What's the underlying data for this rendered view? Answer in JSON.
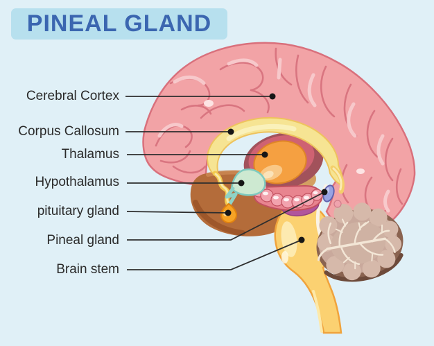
{
  "title": {
    "text": "PINEAL GLAND"
  },
  "labels": [
    {
      "id": "cerebral-cortex",
      "text": "Cerebral Cortex"
    },
    {
      "id": "corpus-callosum",
      "text": "Corpus Callosum"
    },
    {
      "id": "thalamus",
      "text": "Thalamus"
    },
    {
      "id": "hypothalamus",
      "text": "Hypothalamus"
    },
    {
      "id": "pituitary-gland",
      "text": "pituitary gland"
    },
    {
      "id": "pineal-gland",
      "text": "Pineal gland"
    },
    {
      "id": "brain-stem",
      "text": "Brain stem"
    }
  ],
  "colors": {
    "background": "#e0f0f7",
    "title_bg": "#b7e0ee",
    "title_text": "#3b66b0",
    "label_text": "#2b2b2b",
    "leader_line": "#2e2e2e",
    "cortex": "#f2a3a6",
    "cortex_outline": "#d9707c",
    "corpus_callosum": "#f6e493",
    "thalamus": "#f5a041",
    "thalamus_ring": "#a2525b",
    "hypothalamus": "#cde9d1",
    "pituitary": "#f6a325",
    "pineal": "#98a3e2",
    "brain_stem": "#fbd171",
    "cerebellum_fill": "#c9a99c",
    "cerebellum_rim": "#8a6350",
    "midbrain_brown": "#b46c3a",
    "hippocampus": "#f2a3ae",
    "magenta_region": "#b1559c"
  }
}
